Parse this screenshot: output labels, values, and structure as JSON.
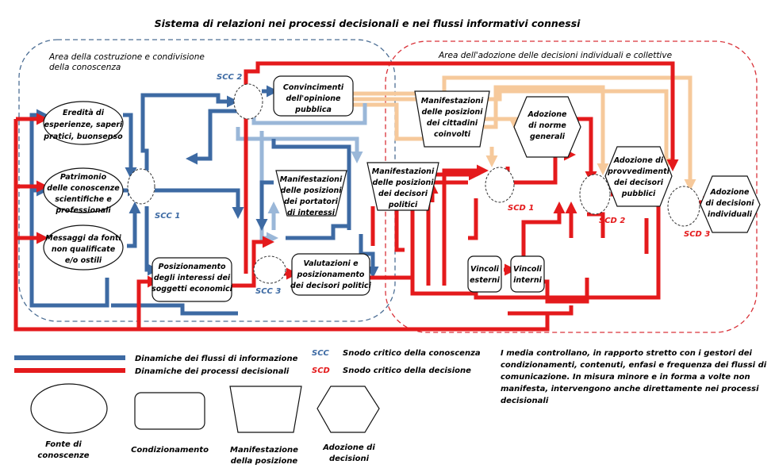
{
  "title": "Sistema di relazioni nei processi decisionali e nei flussi informativi connessi",
  "areas": {
    "knowledge": "Area della costruzione e condivisione della conoscenza",
    "decision": "Area dell'adozione delle decisioni individuali e collettive"
  },
  "nodes": {
    "eredita": "Eredità di esperienze, saperi pratici, buonsenso",
    "patrimonio": "Patrimonio delle conoscenze scientifiche e professionali",
    "messaggi": "Messaggi da fonti non qualificate e/o ostili",
    "convincimenti": "Convincimenti dell'opinione pubblica",
    "posizionamento": "Posizionamento degli interessi dei soggetti economici",
    "manif_portatori": "Manifestazioni delle posizioni dei portatori di interessi",
    "valutazioni": "Valutazioni e posizionamento dei decisori politici",
    "manif_decisori": "Manifestazioni delle posizioni dei decisori politici",
    "manif_cittadini": "Manifestazioni delle posizioni dei cittadini coinvolti",
    "norme": "Adozione di norme generali",
    "provvedimenti": "Adozione di provvedimenti dei decisori pubblici",
    "decisioni_ind": "Adozione di decisioni individuali",
    "vincoli_esterni": "Vincoli esterni",
    "vincoli_interni": "Vincoli interni"
  },
  "snodi": {
    "scc1": "SCC 1",
    "scc2": "SCC 2",
    "scc3": "SCC 3",
    "scd1": "SCD 1",
    "scd2": "SCD 2",
    "scd3": "SCD 3"
  },
  "legend": {
    "blue_line": "Dinamiche dei flussi di informazione",
    "red_line": "Dinamiche dei processi decisionali",
    "scc_abbr": "SCC",
    "scc_desc": "Snodo critico della conoscenza",
    "scd_abbr": "SCD",
    "scd_desc": "Snodo critico della decisione",
    "shape_ellipse": "Fonte di conoscenze",
    "shape_rect": "Condizionamento",
    "shape_trap": "Manifestazione della posizione",
    "shape_hex": "Adozione di decisioni",
    "note": "I media controllano, in rapporto stretto con i gestori dei condizionamenti, contenuti, enfasi e frequenza dei flussi di comunicazione. In misura minore e in forma a volte non manifesta, intervengono anche direttamente nei processi decisionali"
  },
  "colors": {
    "blue": "#3d6aa3",
    "light_blue": "#9ab7d8",
    "red": "#e41a1c",
    "peach": "#f6c99b",
    "blue_dash": "#4d6f95",
    "red_dash": "#d9333a"
  }
}
